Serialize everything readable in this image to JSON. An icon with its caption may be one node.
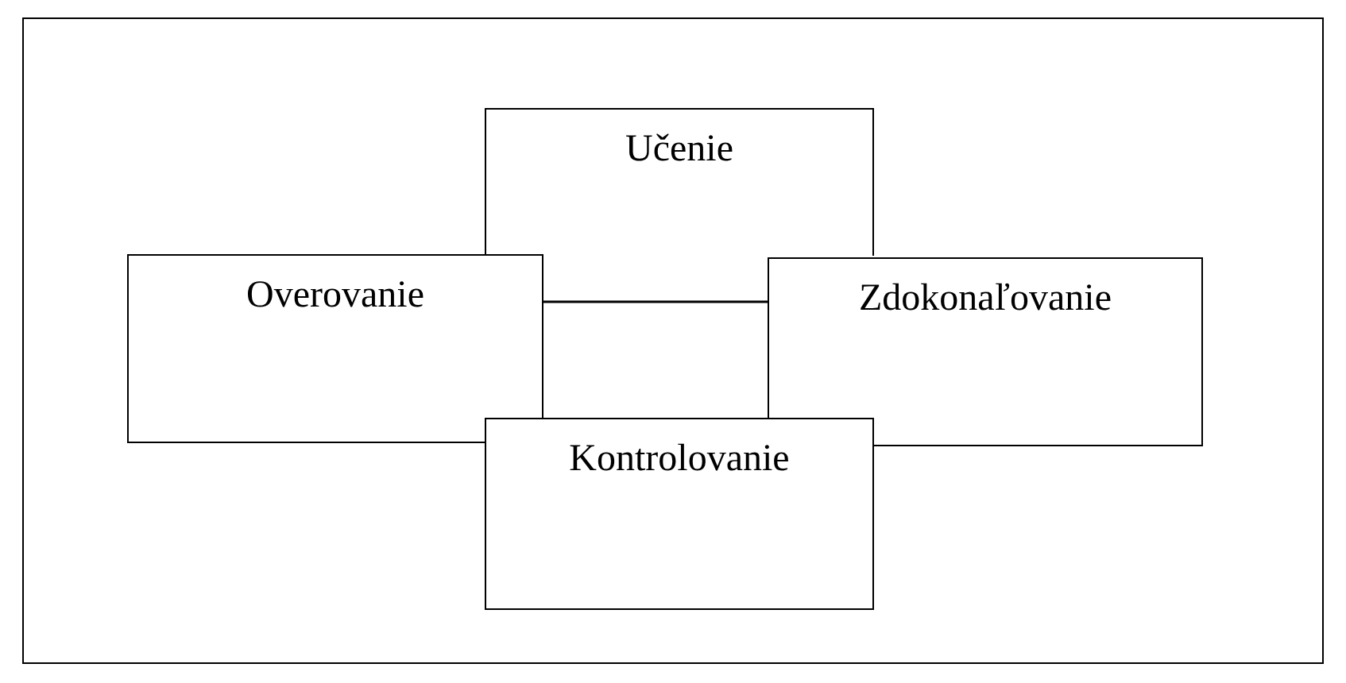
{
  "diagram": {
    "nodes": [
      {
        "text": [
          "Učenie"
        ]
      },
      {
        "text": [
          "Overovanie"
        ]
      },
      {
        "text": [
          "Zdokonaľovanie"
        ]
      },
      {
        "text": [
          "Kontrolovanie"
        ]
      }
    ],
    "edges": [
      {
        "from": 1,
        "to": 2,
        "arrow": "none"
      }
    ]
  }
}
